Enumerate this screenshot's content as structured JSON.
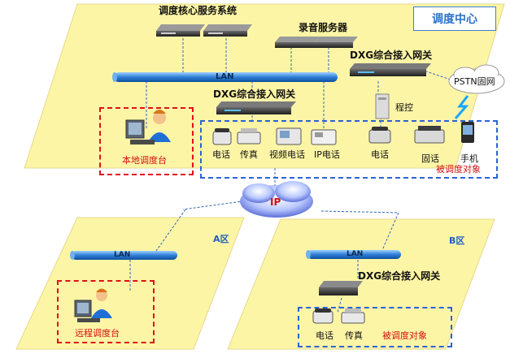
{
  "diagram": {
    "dispatch_center_title": "调度中心",
    "dispatch_core_server_label": "调度核心服务系统",
    "recording_server_label": "录音服务器",
    "gateway_label": "DXG综合接入网关",
    "lan_label": "LAN",
    "pstn_label": "PSTN固网",
    "pbx_label": "程控",
    "ip_label": "IP",
    "local_console_label": "本地调度台",
    "remote_console_label": "远程调度台",
    "area_a_label": "A区",
    "area_b_label": "B区",
    "dispatched_objects_label": "被调度对象",
    "devices": {
      "phone": "电话",
      "fax": "传真",
      "video_phone": "视频电话",
      "ip_phone": "IP电话",
      "landline": "固话",
      "mobile": "手机"
    }
  }
}
